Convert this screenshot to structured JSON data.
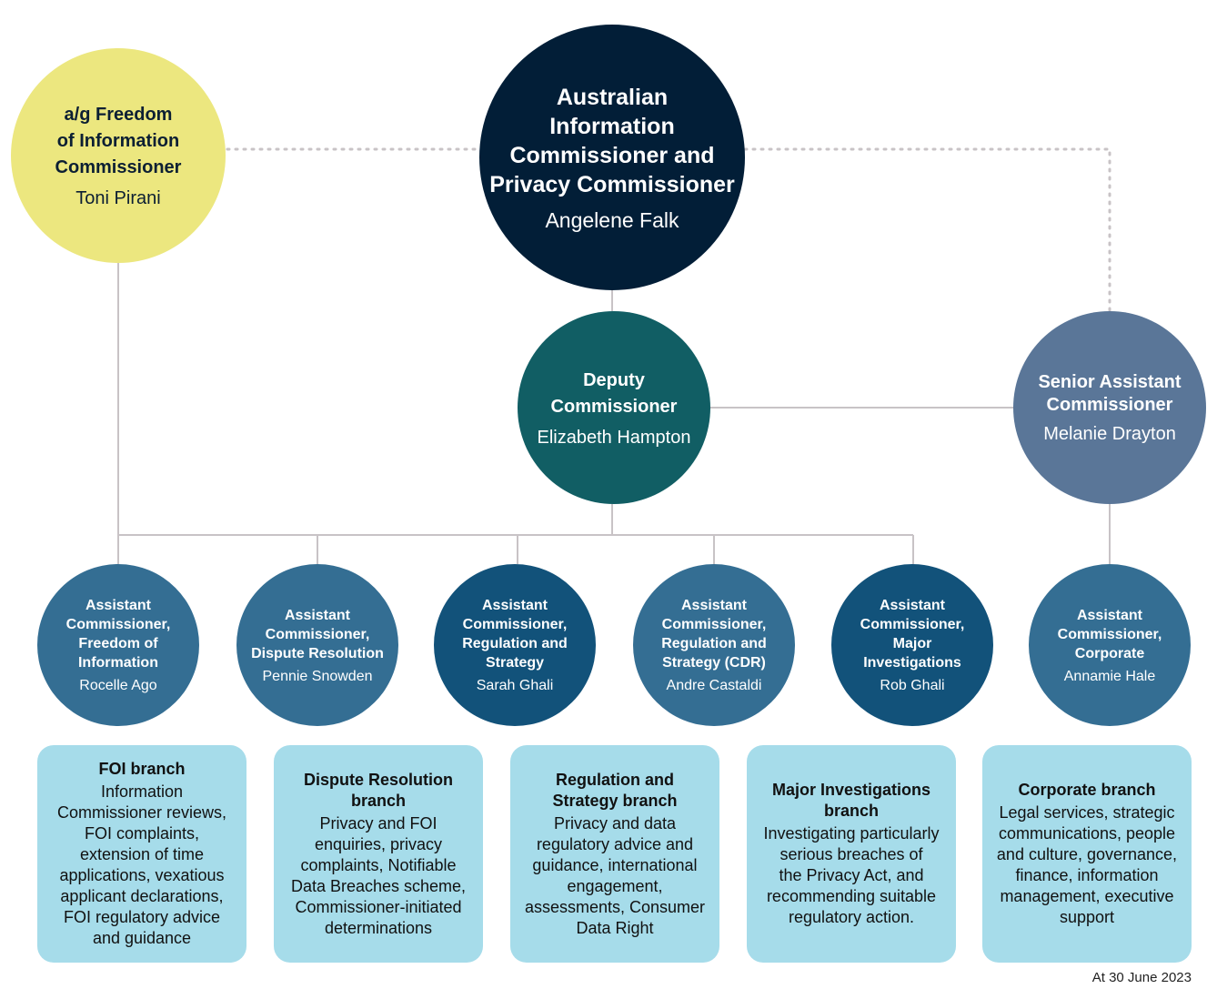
{
  "leaders": {
    "commissioner": {
      "title": "Australian\nInformation\nCommissioner and\nPrivacy Commissioner",
      "name": "Angelene Falk"
    },
    "foi_commissioner": {
      "title": "a/g Freedom\nof Information\nCommissioner",
      "name": "Toni Pirani"
    },
    "deputy": {
      "title": "Deputy\nCommissioner",
      "name": "Elizabeth Hampton"
    },
    "senior_assistant": {
      "title": "Senior Assistant\nCommissioner",
      "name": "Melanie Drayton"
    }
  },
  "assistant_commissioners": [
    {
      "title": "Assistant\nCommissioner,\nFreedom of\nInformation",
      "name": "Rocelle Ago"
    },
    {
      "title": "Assistant\nCommissioner,\nDispute Resolution",
      "name": "Pennie Snowden"
    },
    {
      "title": "Assistant\nCommissioner,\nRegulation and\nStrategy",
      "name": "Sarah Ghali"
    },
    {
      "title": "Assistant\nCommissioner,\nRegulation and\nStrategy (CDR)",
      "name": "Andre Castaldi"
    },
    {
      "title": "Assistant\nCommissioner,\nMajor\nInvestigations",
      "name": "Rob Ghali"
    },
    {
      "title": "Assistant\nCommissioner,\nCorporate",
      "name": "Annamie Hale"
    }
  ],
  "branches": [
    {
      "title": "FOI branch",
      "description": "Information\nCommissioner reviews,\nFOI complaints,\nextension of time\napplications, vexatious\napplicant declarations,\nFOI regulatory advice\nand guidance"
    },
    {
      "title": "Dispute Resolution\nbranch",
      "description": "Privacy and FOI\nenquiries, privacy\ncomplaints, Notifiable\nData Breaches scheme,\nCommissioner-initiated\ndeterminations"
    },
    {
      "title": "Regulation and\nStrategy branch",
      "description": "Privacy and data\nregulatory advice and\nguidance, international\nengagement,\nassessments, Consumer\nData Right"
    },
    {
      "title": "Major Investigations\nbranch",
      "description": "Investigating particularly\nserious breaches of\nthe Privacy Act, and\nrecommending suitable\nregulatory action."
    },
    {
      "title": "Corporate branch",
      "description": "Legal services, strategic\ncommunications, people\nand culture, governance,\nfinance, information\nmanagement, executive\nsupport"
    }
  ],
  "footer": {
    "date_note": "At 30 June 2023"
  },
  "colors": {
    "commissioner": "#021e37",
    "foi_commissioner": "#ece77f",
    "deputy": "#115e64",
    "senior_assistant": "#5a7698",
    "assistant_light": "#346e93",
    "assistant_dark": "#12527a",
    "branch": "#a6dcea",
    "connector": "#c8c3c6"
  }
}
